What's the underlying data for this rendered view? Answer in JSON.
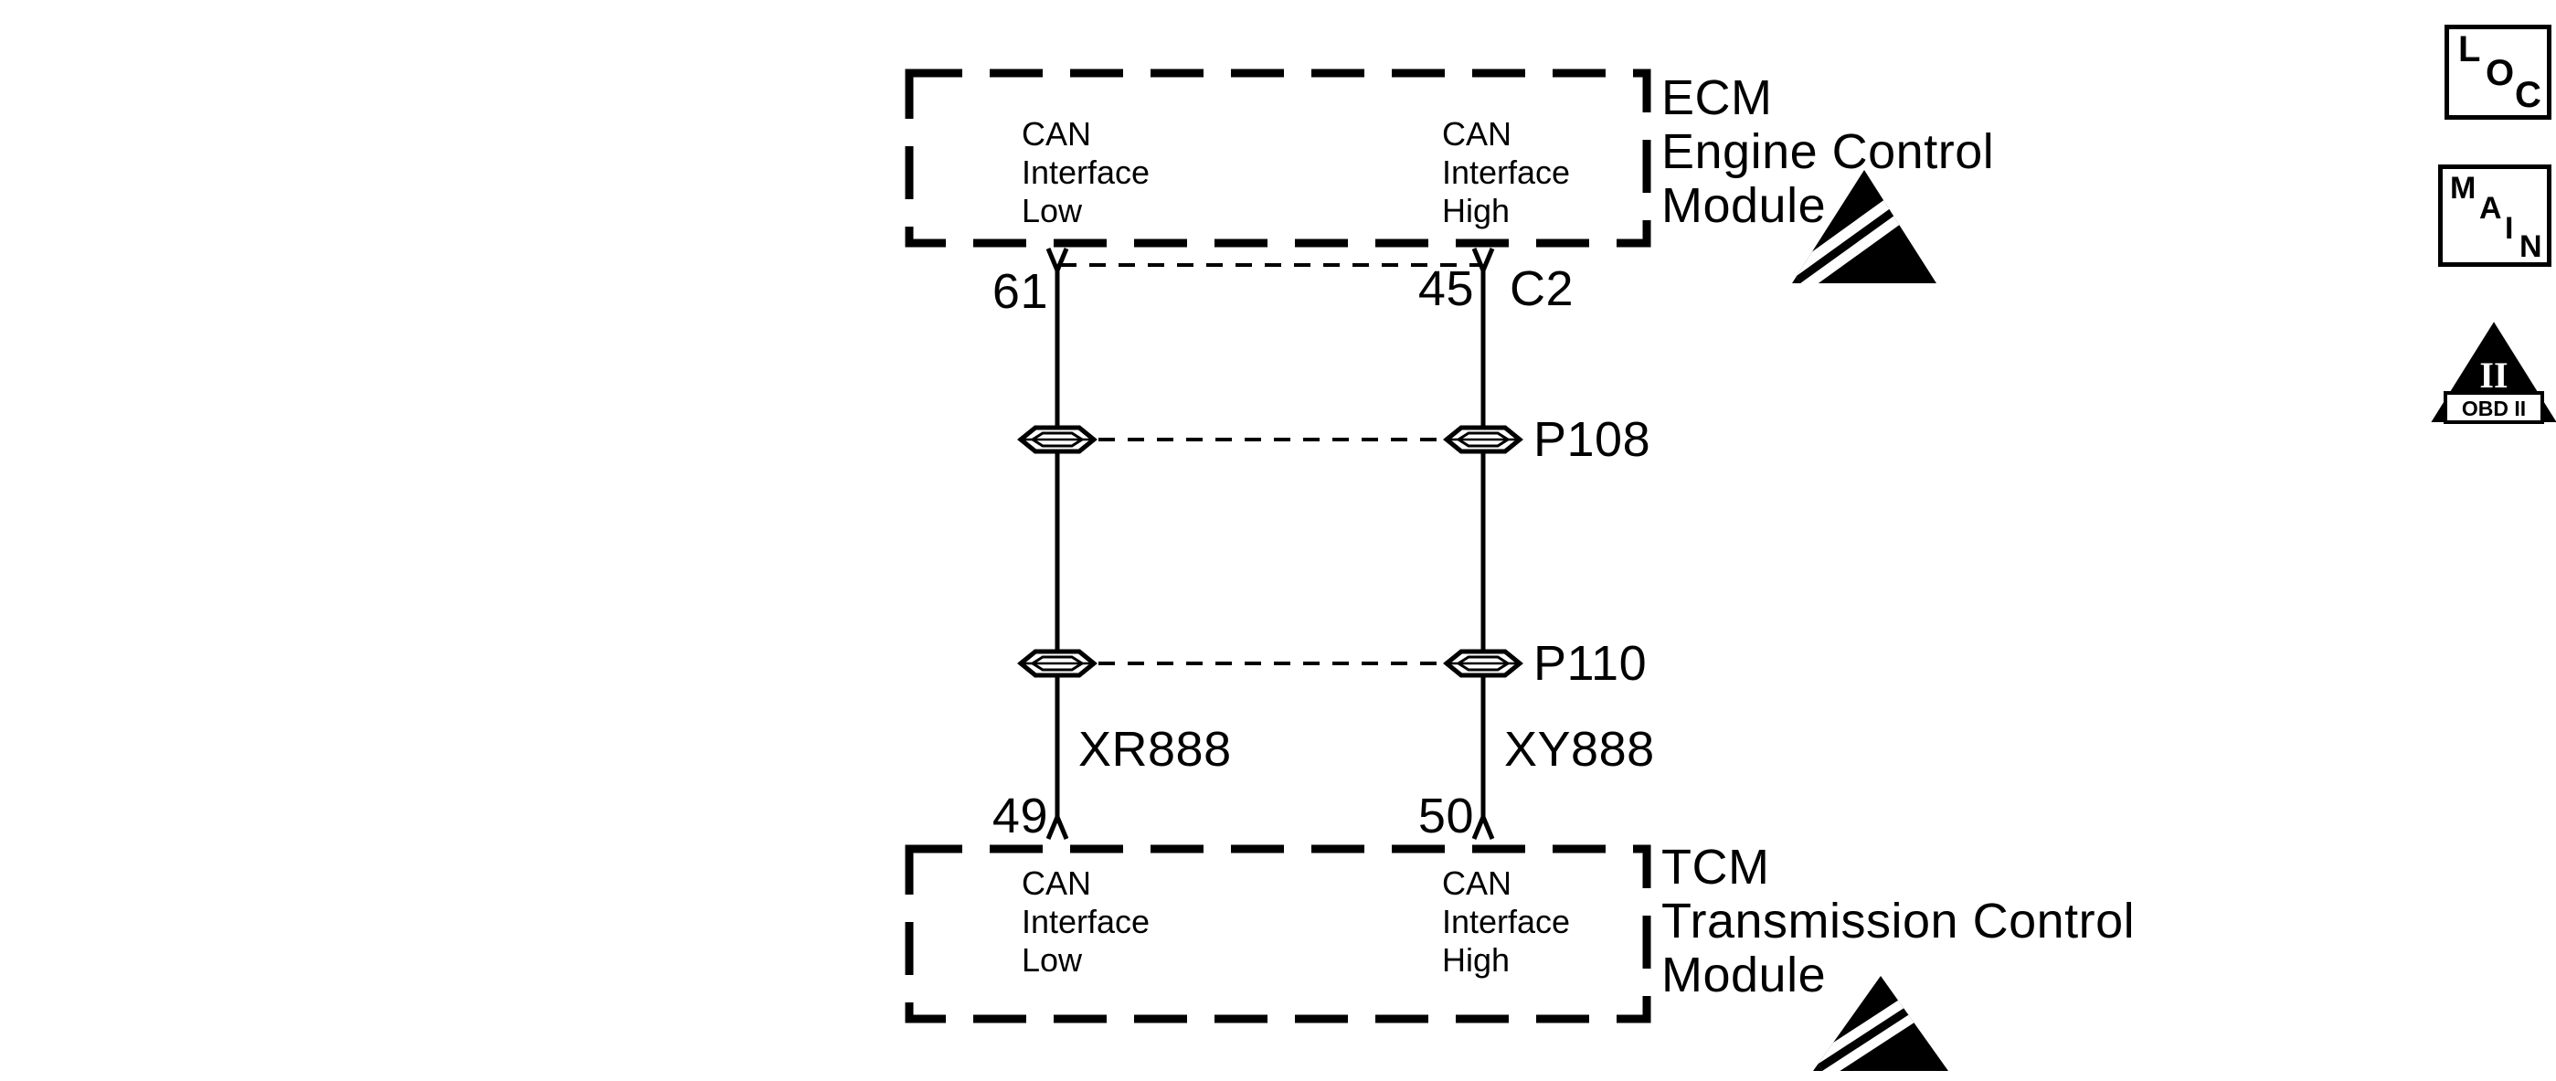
{
  "ecm": {
    "label": "ECM\nEngine Control\nModule",
    "can_low": "CAN\nInterface\nLow",
    "can_high": "CAN\nInterface\nHigh",
    "pin_low": "61",
    "pin_high": "45",
    "connector": "C2"
  },
  "tcm": {
    "label": "TCM\nTransmission Control\nModule",
    "can_low": "CAN\nInterface\nLow",
    "can_high": "CAN\nInterface\nHigh",
    "pin_low": "49",
    "pin_high": "50"
  },
  "inline_connectors": {
    "p108": "P108",
    "p110": "P110"
  },
  "wires": {
    "low_circuit": "XR888",
    "high_circuit": "XY888"
  },
  "legend": {
    "loc": [
      "L",
      "O",
      "C"
    ],
    "main": [
      "M",
      "A",
      "I",
      "N"
    ],
    "obd_numeral": "II",
    "obd_label": "OBD II"
  },
  "colors": {
    "line": "#000000",
    "background": "#ffffff"
  }
}
